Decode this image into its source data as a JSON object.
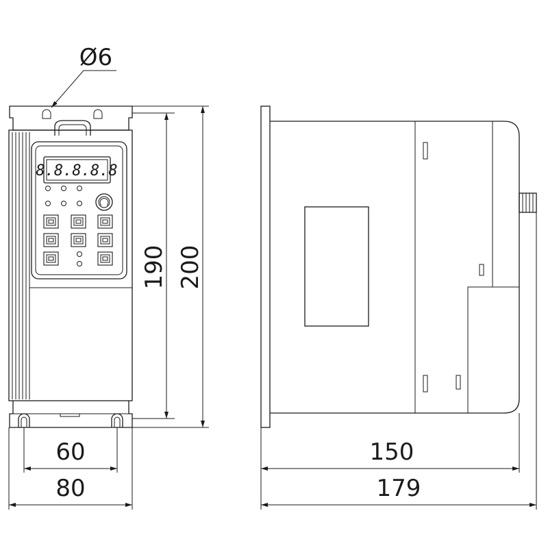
{
  "drawing": {
    "hole_diameter_label": "Ø6",
    "front_view": {
      "width_total": "80",
      "width_mount": "60",
      "height_mount": "190",
      "height_total": "200",
      "display_text": "8.8.8.8.8"
    },
    "side_view": {
      "depth_body": "150",
      "depth_total": "179"
    },
    "line_color": "#1a1a1a",
    "background_color": "#ffffff"
  }
}
